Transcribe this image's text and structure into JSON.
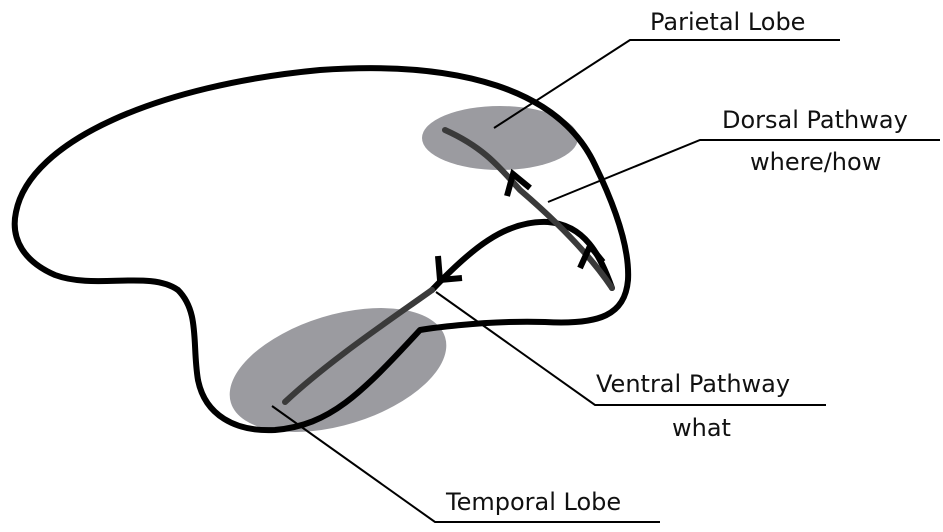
{
  "labels": {
    "parietal": "Parietal Lobe",
    "dorsal": "Dorsal Pathway",
    "dorsal_sub": "where/how",
    "ventral": "Ventral Pathway",
    "ventral_sub": "what",
    "temporal": "Temporal Lobe"
  },
  "colors": {
    "outline": "#000000",
    "lobe_fill": "#8a8a8f",
    "pathway": "#3a3a3a",
    "text": "#111111"
  }
}
